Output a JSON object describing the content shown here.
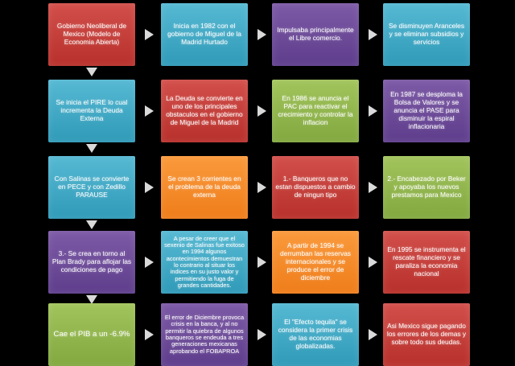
{
  "boxes": [
    {
      "text": "Gobierno Neoliberal de Mexico (Modelo de Economia Abierta)"
    },
    {
      "text": "Inicia en 1982 con el gobierno de Miguel de la Madrid Hurtado"
    },
    {
      "text": "Impulsaba principalmente el Libre comercio."
    },
    {
      "text": "Se disminuyen Aranceles y se eliminan subsidios y servicios"
    },
    {
      "text": "Se inicia el PIRE lo cual incrementa la Deuda Externa"
    },
    {
      "text": "La Deuda se convierte en uno de los principales obstaculos en el gobierno de Miguel de la Madrid"
    },
    {
      "text": "En 1986 se anuncia el PAC para reactivar el crecimiento y controlar la inflacion"
    },
    {
      "text": "En 1987 se desploma la Bolsa de Valores y se anuncia el PASE para disminuir la espiral inflacionaria"
    },
    {
      "text": "Con Salinas se convierte en PECE y con Zedillo PARAUSE"
    },
    {
      "text": "Se crean 3 corrientes en el problema de la deuda externa"
    },
    {
      "text": "1.- Banqueros que no estan dispuestos a cambio de ningun tipo"
    },
    {
      "text": "2.- Encabezado por Beker y apoyaba los nuevos prestamos para Mexico"
    },
    {
      "text": "3.- Se crea en torno al Plan Brady para aflojar las condiciones de pago"
    },
    {
      "text": "A pesar de creer que el sexenio de Salinas fue exitoso en 1994 algunos acontecimientos demuestran lo contrario al situar los indices en su justo valor y permitiendo la fuga de grandes cantidades."
    },
    {
      "text": "A partir de 1994 se derrumban las reservas internacionales y se produce el error de diciembre"
    },
    {
      "text": "En 1995 se instrumenta el rescate financiero y se paraliza la economia nacional"
    },
    {
      "text": "Cae el PIB  a un -6.9%"
    },
    {
      "text": "El error de Diciembre provoca crisis  en la banca, y al no permitir la quiebra de algunos banqueros se endeuda a tres generaciones mexicanas aprobando el FOBAPROA"
    },
    {
      "text": "El \"Efecto tequila\" se considera la primer crisis de las economias globalizadas."
    },
    {
      "text": "Asi Mexico sigue pagando los errores de los demas y sobre todo sus deudas."
    }
  ]
}
